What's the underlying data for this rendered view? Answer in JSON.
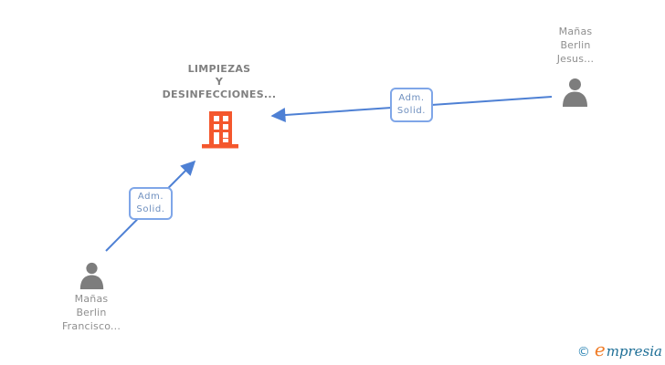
{
  "diagram": {
    "company": {
      "name_lines": [
        "LIMPIEZAS",
        "Y",
        "DESINFECCIONES..."
      ],
      "icon": "building-icon"
    },
    "person_top_right": {
      "name_lines": [
        "Mañas",
        "Berlin",
        "Jesus..."
      ],
      "icon": "person-icon"
    },
    "person_bottom_left": {
      "name_lines": [
        "Mañas",
        "Berlin",
        "Francisco..."
      ],
      "icon": "person-icon"
    },
    "relations": [
      {
        "label_line1": "Adm.",
        "label_line2": "Solid.",
        "from": "person_top_right",
        "to": "company"
      },
      {
        "label_line1": "Adm.",
        "label_line2": "Solid.",
        "from": "person_bottom_left",
        "to": "company"
      }
    ]
  },
  "logo": {
    "copyright_symbol": "©",
    "brand_initial": "e",
    "brand_rest": "mpresia"
  },
  "colors": {
    "building_orange": "#f4572d",
    "arrow_blue": "#4e80d4",
    "box_border_blue": "#7fa6e8",
    "box_text_blue": "#6e8fbf",
    "person_text_gray": "#8f8f8f",
    "company_text_gray": "#808080",
    "icon_gray": "#7d7d7d",
    "logo_blue": "#1d6e96",
    "logo_orange": "#f07d28"
  }
}
